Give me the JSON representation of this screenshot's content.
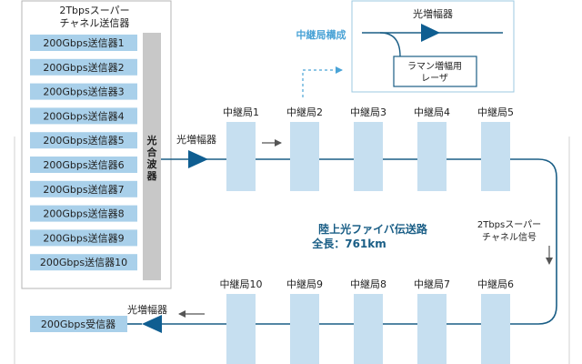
{
  "transmitter_group": {
    "title_line1": "2Tbpsスーパー",
    "title_line2": "チャネル送信器",
    "transmitters": [
      "200Gbps送信器1",
      "200Gbps送信器2",
      "200Gbps送信器3",
      "200Gbps送信器4",
      "200Gbps送信器5",
      "200Gbps送信器6",
      "200Gbps送信器7",
      "200Gbps送信器8",
      "200Gbps送信器9",
      "200Gbps送信器10"
    ],
    "multiplexer_chars": [
      "光",
      "合",
      "波",
      "器"
    ]
  },
  "amplifier_label": "光増幅器",
  "relay_config": {
    "label": "中継局構成",
    "amplifier_label": "光増幅器",
    "raman_line1": "ラマン増幅用",
    "raman_line2": "レーザ"
  },
  "relay_top": [
    "中継局1",
    "中継局2",
    "中継局3",
    "中継局4",
    "中継局5"
  ],
  "relay_bottom": [
    "中継局10",
    "中継局9",
    "中継局8",
    "中継局7",
    "中継局6"
  ],
  "center_line1": "陸上光ファイバ伝送路",
  "center_line2": "全長：761km",
  "signal_line1": "2Tbpsスーパー",
  "signal_line2": "チャネル信号",
  "receiver_label": "200Gbps受信器",
  "receiver_amp_label": "光増幅器",
  "colors": {
    "box_fill": "#a9d0ea",
    "relay_fill": "#c6dff0",
    "line": "#1a5e86",
    "triangle": "#0f5e91",
    "accent": "#2e8fc9",
    "text": "#1f1f1f",
    "mux_fill": "#c8c8c8"
  }
}
